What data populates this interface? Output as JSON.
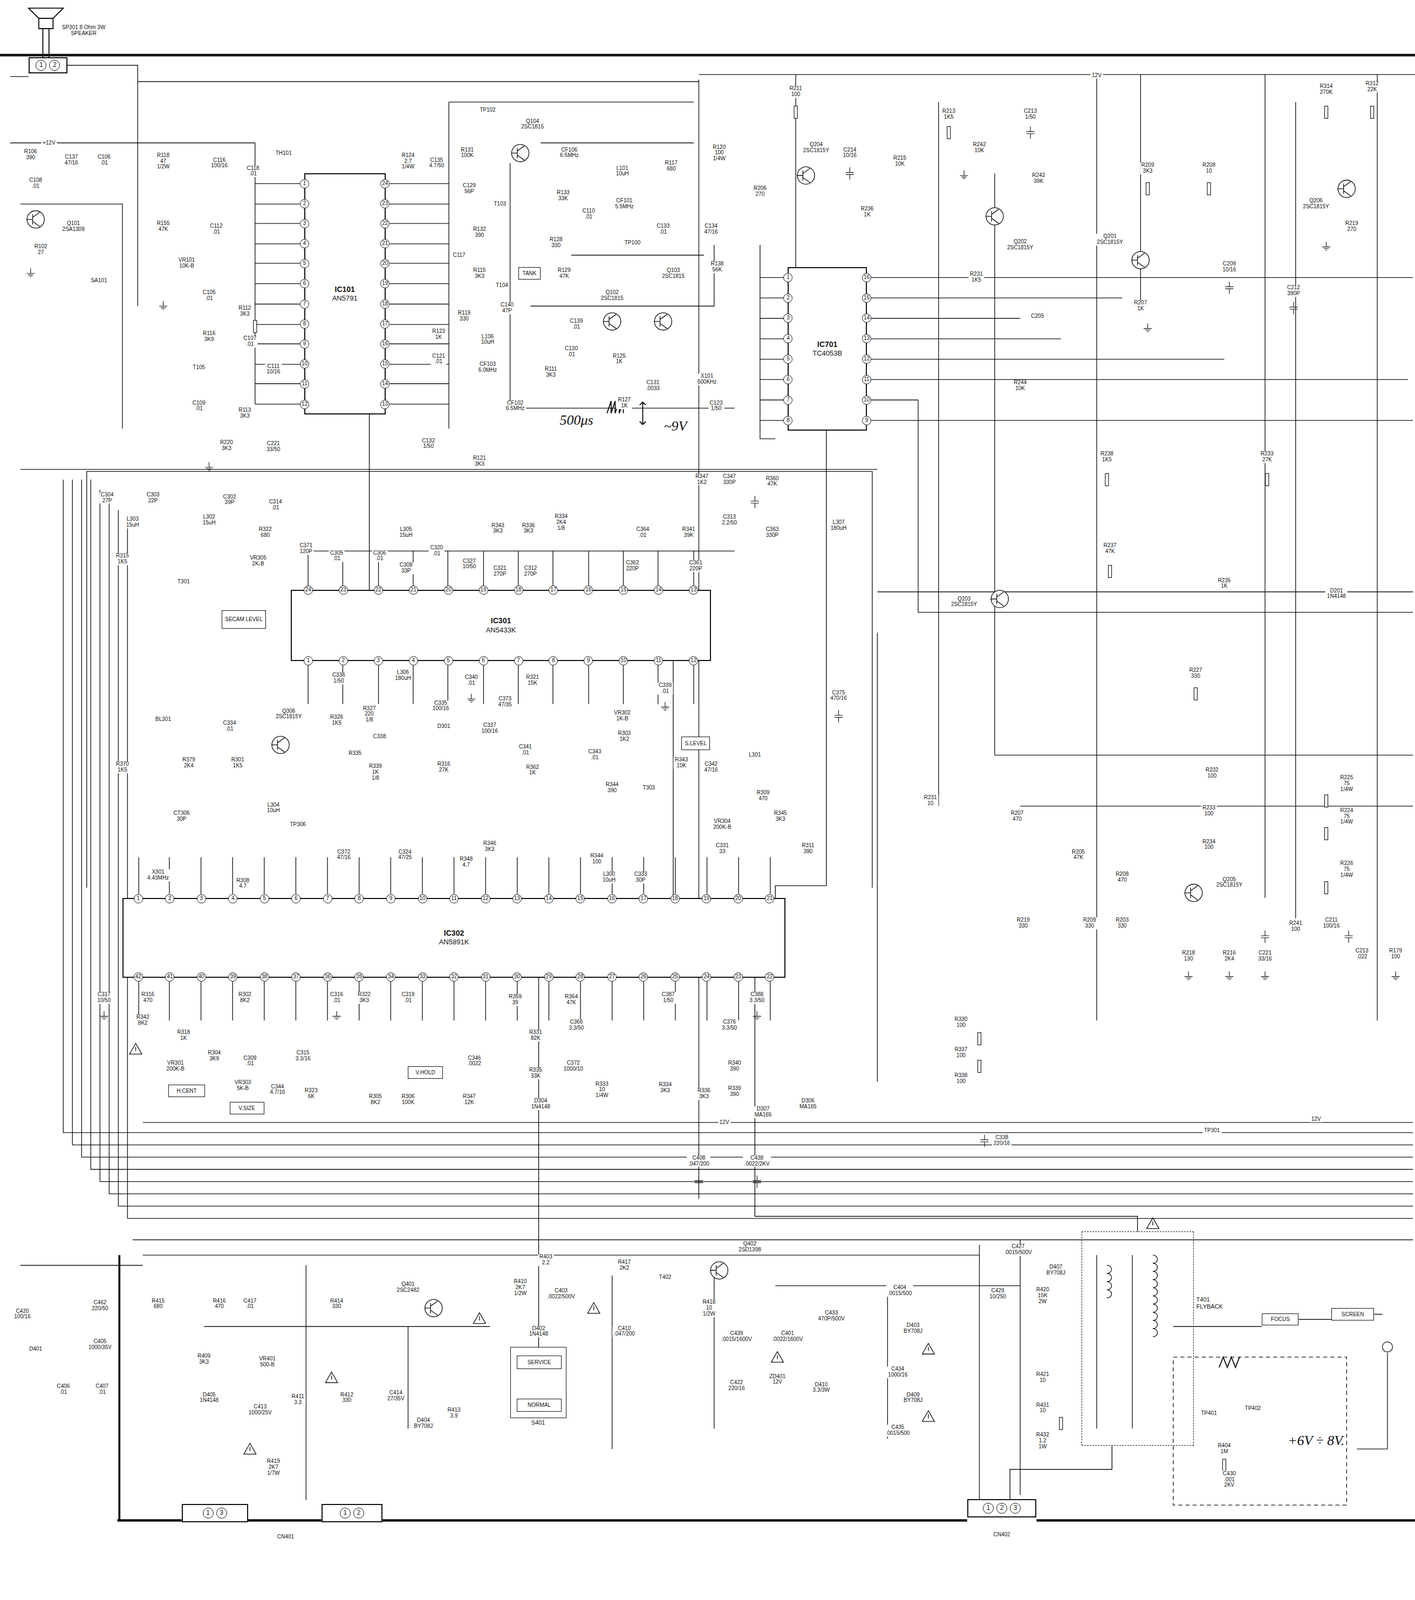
{
  "diagram": {
    "nodes": [
      {
        "text": [
          "1",
          "2"
        ]
      },
      {
        "text": [
          "IC101",
          "AN5791",
          "1",
          "2",
          "3",
          "4",
          "5",
          "6",
          "7",
          "8",
          "9",
          "10",
          "11",
          "12",
          "13",
          "14",
          "15",
          "16",
          "17",
          "18",
          "19",
          "20",
          "21",
          "22",
          "23",
          "24"
        ]
      },
      {
        "text": [
          "TANK"
        ]
      },
      {
        "text": [
          "IC701",
          "TC4053B",
          "1",
          "2",
          "3",
          "4",
          "5",
          "6",
          "7",
          "8",
          "9",
          "10",
          "11",
          "12",
          "13",
          "14",
          "15",
          "16"
        ]
      },
      {
        "text": [
          "SECAM LEVEL"
        ]
      },
      {
        "text": [
          "IC301",
          "AN5433K",
          "1",
          "2",
          "3",
          "4",
          "5",
          "6",
          "7",
          "8",
          "9",
          "10",
          "11",
          "12",
          "13",
          "14",
          "15",
          "16",
          "17",
          "18",
          "19",
          "20",
          "21",
          "22",
          "23",
          "24"
        ]
      },
      {
        "text": [
          "S.LEVEL"
        ]
      },
      {
        "text": [
          "IC302",
          "AN5891K",
          "1",
          "2",
          "3",
          "4",
          "5",
          "6",
          "7",
          "8",
          "9",
          "10",
          "11",
          "12",
          "13",
          "14",
          "15",
          "16",
          "17",
          "18",
          "19",
          "20",
          "21",
          "22",
          "23",
          "24",
          "25",
          "26",
          "27",
          "28",
          "29",
          "30",
          "31",
          "32",
          "33",
          "34",
          "35",
          "36",
          "37",
          "38",
          "39",
          "40",
          "41",
          "42"
        ]
      },
      {
        "text": [
          "H.CENT"
        ]
      },
      {
        "text": [
          "V.SIZE"
        ]
      },
      {
        "text": [
          "V.HOLD"
        ]
      },
      {
        "text": [
          "S401"
        ]
      },
      {
        "text": [
          "SERVICE"
        ],
        "in": 11
      },
      {
        "text": [
          "NORMAL"
        ],
        "in": 11
      },
      {
        "text": [
          "T401 FLYBACK"
        ]
      },
      {
        "text": [
          "FOCUS"
        ]
      },
      {
        "text": [
          "SCREEN"
        ]
      },
      {
        "text": [
          "1",
          "3"
        ]
      },
      {
        "text": [
          "1",
          "2"
        ]
      },
      {
        "text": [
          "1",
          "2",
          "3"
        ]
      }
    ],
    "edges": [
      {
        "from": 1,
        "to": 5,
        "arrow": "none"
      },
      {
        "from": 5,
        "to": 7,
        "arrow": "none"
      },
      {
        "from": 3,
        "to": 7,
        "arrow": "none"
      },
      {
        "from": 7,
        "to": 14,
        "arrow": "none"
      },
      {
        "from": 14,
        "to": 19,
        "arrow": "none"
      },
      {
        "from": 7,
        "to": 11,
        "arrow": "none"
      }
    ],
    "labels": [
      "SP301 8 Ohm 3W SPEAKER",
      "+12V",
      "R106 390",
      "C137 47/16",
      "C106 .01",
      "C108 .01",
      "Q101 2SA1309",
      "R102 27",
      "SA101",
      "R118 47 1/2W",
      "C116 100/16",
      "C118 .01",
      "TH101",
      "R155 47K",
      "VR101 10K-B",
      "C112 .01",
      "C105 .01",
      "R112 3K3",
      "R116 3K9",
      "C107 .01",
      "T105",
      "C111 10/16",
      "C109 .01",
      "R113 3K3",
      "R220 3K3",
      "C221 33/50",
      "R124 2.7 1/4W",
      "C135 4.7/50",
      "R131 100K",
      "TP102",
      "Q104 2SC1815",
      "C129 56P",
      "CF106 6.5MHz",
      "L101 10uH",
      "R117 680",
      "R120 100 1/4W",
      "R133 33K",
      "C110 .01",
      "CF101 5.5MHz",
      "TP100",
      "C133 .01",
      "C134 47/16",
      "T103",
      "R132 390",
      "C117",
      "R128 330",
      "R115 3K3",
      "T104",
      "R129 47K",
      "R138 56K",
      "Q103 2SC1815",
      "Q102 2SC1815",
      "C140 47P",
      "R119 330",
      "R123 1K",
      "L106 10uH",
      "C121 .01",
      "CF103 6.0MHz",
      "C139 .01",
      "C130 .01",
      "R111 3K3",
      "R125 1K",
      "C131 .0033",
      "X101 500KHz",
      "R127 1K",
      "C123 1/50",
      "CF102 6.5MHz",
      "500μs",
      "~9V",
      "C132 1/50",
      "R121 3K3",
      "R211 100",
      "Q204 2SC1815Y",
      "R206 270",
      "C214 10/16",
      "R236 1K",
      "R215 10K",
      "R213 1K5",
      "C213 1/50",
      "R242 10K",
      "R243 39K",
      "Q202 2SC1815Y",
      "R231 1K5",
      "C205",
      "R209 3K3",
      "R208 10",
      "Q201 2SC1815Y",
      "R207 1K",
      "C209 10/16",
      "C212 390P",
      "R314 270K",
      "R312 22K",
      "Q206 2SC1815Y",
      "R219 270",
      "R244 10K",
      "R238 1K5",
      "R233 27K",
      "R237 47K",
      "Q203 2SC1815Y",
      "R235 1K",
      "D201 1N4148",
      "R227 330",
      "R232 100",
      "R225 75 1/4W",
      "R224 75 1/4W",
      "R233 100",
      "R234 100",
      "R226 75 1/4W",
      "R231 10",
      "R207 470",
      "R205 47K",
      "R208 470",
      "Q205 2SC1815Y",
      "R219 330",
      "R209 330",
      "R203 330",
      "R241 100",
      "C211 100/16",
      "C213 .022",
      "R179 100",
      "R218 130",
      "R216 2K4",
      "C221 33/16",
      "C304 27P",
      "C303 22P",
      "L303 15uH",
      "C302 39P",
      "L302 15uH",
      "C314 .01",
      "R322 680",
      "C371 120P",
      "R315 1K5",
      "T301",
      "VR305 2K-B",
      "C305 .01",
      "C306 .01",
      "L305 15uH",
      "C308 33P",
      "C320 .01",
      "R343 3K3",
      "R336 3K3",
      "R334 2K4 1/8",
      "C327 10/50",
      "C321 270P",
      "C312 270P",
      "R347 1K2",
      "C347 330P",
      "R360 47K",
      "C364 .01",
      "R341 39K",
      "C313 2.2/50",
      "C363 330P",
      "L307 180uH",
      "C362 220P",
      "C361 220P",
      "C336 1/50",
      "L306 180uH",
      "C340 .01",
      "R321 15K",
      "C339 .01",
      "C375 470/16",
      "BL301",
      "C334 .01",
      "Q306 2SC1815Y",
      "R326 1K5",
      "R327 220 1/8",
      "C335 100/16",
      "C373 47/35",
      "D301",
      "C337 100/16",
      "R370 1K5",
      "R379 2K4",
      "R301 1K5",
      "C338",
      "R335",
      "R316 27K",
      "R339 1K 1/8",
      "R362 1K",
      "C341 .01",
      "VR302 1K-B",
      "R303 1K2",
      "C343 .01",
      "R343 10K",
      "C342 47/16",
      "L301",
      "T303",
      "R344 390",
      "R309 470",
      "R345 3K3",
      "L304 10uH",
      "TP306",
      "CT306 30P",
      "VR304 200K-B",
      "C331 33",
      "R311 390",
      "R346 3K3",
      "R348 4.7",
      "C372 47/16",
      "C324 47/25",
      "R344 100",
      "L300 10uH",
      "C333 30P",
      "X301 4.43MHz",
      "R308 4.7",
      "C317 10/50",
      "R316 470",
      "R342 8K2",
      "R318 1K",
      "VR301 200K-B",
      "R304 3K9",
      "C309 .01",
      "VR303 5K-B",
      "R302 8K2",
      "C344 4.7/16",
      "C315 3.3/16",
      "R323 6K",
      "C316 .01",
      "R322 3K3",
      "C319 .01",
      "R305 8K2",
      "R306 100K",
      "R347 12K",
      "C346 .0022",
      "R359 39",
      "R331 82K",
      "R335 33K",
      "R364 47K",
      "C366 3.3/50",
      "C372 1000/10",
      "D304 1N4148",
      "R333 10 1/4W",
      "R334 3K3",
      "R336 3K3",
      "C387 1/50",
      "C376 3.3/50",
      "C388 3.3/50",
      "R340 390",
      "R339 390",
      "D307 MA165",
      "D306 MA165",
      "C338 220/16",
      "TP301",
      "R330 100",
      "R337 100",
      "R338 100",
      "C408 .047/200",
      "C438 .0022/2KV",
      "C420 100/16",
      "C462 220/50",
      "D401",
      "C405 1000/35V",
      "C406 .01",
      "C407 .01",
      "R415 680",
      "R416 470",
      "C417 .01",
      "R414 330",
      "R409 3K3",
      "VR401 500-B",
      "D405 1N4148",
      "C413 1000/25V",
      "R411 3.3",
      "R412 330",
      "C414 27/35V",
      "D404 BY708J",
      "R413 3.9",
      "R419 2K7 1/7W",
      "Q401 2SC2482",
      "R410 2K7 1/2W",
      "C403 .0022/500V",
      "D402 1N4148",
      "R403 2.2",
      "R417 2K2",
      "T402",
      "C410 .047/200",
      "Q402 2SD1398",
      "R418 10 1/2W",
      "C439 .0015/1600V",
      "C401 .0022/1600V",
      "C433 470P/500V",
      "C422 220/16",
      "ZD401 12V",
      "D410 3.3/3W",
      "C404 .0015/500",
      "D403 BY708J",
      "C434 1000/16",
      "D409 BY708J",
      "C435 .0015/500",
      "C427 .0015/500V",
      "D407 BY708J",
      "C429 10/250",
      "R420 15K 2W",
      "R421 10",
      "R431 10",
      "R432 1.2 1W",
      "TP401",
      "TP402",
      "R404 1M",
      "C430 .001 2KV",
      "+6V ÷ 8V.",
      "CN401",
      "CN402",
      "12V",
      "12V",
      "12V"
    ]
  }
}
